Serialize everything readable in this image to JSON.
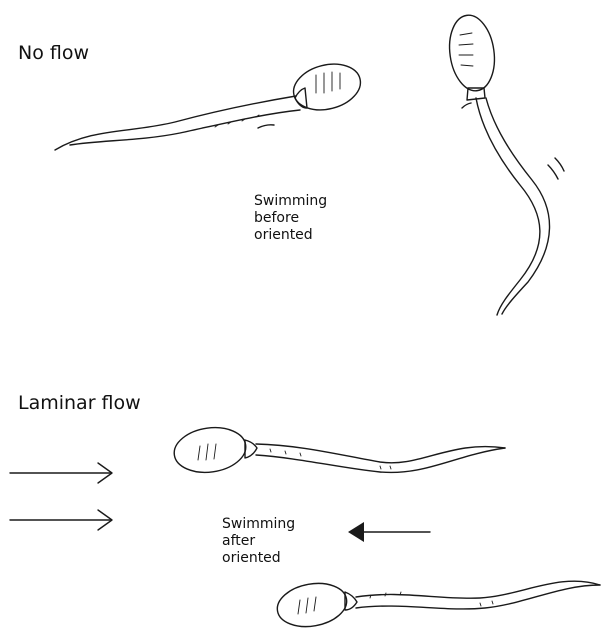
{
  "sections": {
    "no_flow": {
      "heading": "No flow",
      "caption": "Swimming\nbefore\noriented"
    },
    "laminar_flow": {
      "heading": "Laminar flow",
      "caption": "Swimming\nafter\noriented"
    }
  },
  "icons": {
    "sperm": "sperm-cell-drawing",
    "flow_arrow": "right-arrow",
    "swim_arrow": "left-arrow-filled-head"
  },
  "colors": {
    "ink": "#1a1a1a",
    "background": "#ffffff"
  }
}
